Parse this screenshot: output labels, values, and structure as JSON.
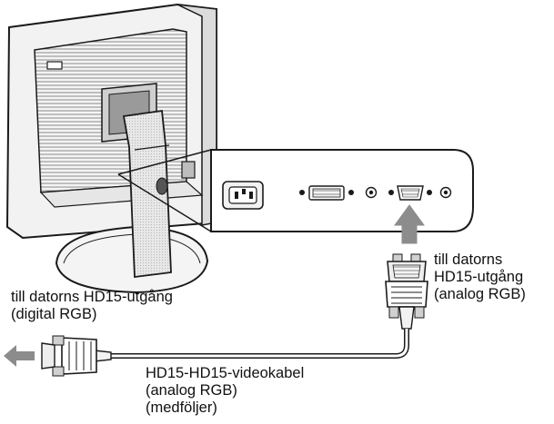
{
  "labels": {
    "pc_output_digital": {
      "line1": "till datorns HD15-utgång",
      "line2": "(digital RGB)"
    },
    "pc_output_analog": {
      "line1": "till datorns",
      "line2": "HD15-utgång",
      "line3": "(analog RGB)"
    },
    "cable": {
      "line1": "HD15-HD15-videokabel",
      "line2": "(analog RGB)",
      "line3": "(medföljer)"
    }
  },
  "colors": {
    "line": "#1a1a1a",
    "connector_gray": "#8c8c8c",
    "panel_bg": "#ffffff"
  }
}
